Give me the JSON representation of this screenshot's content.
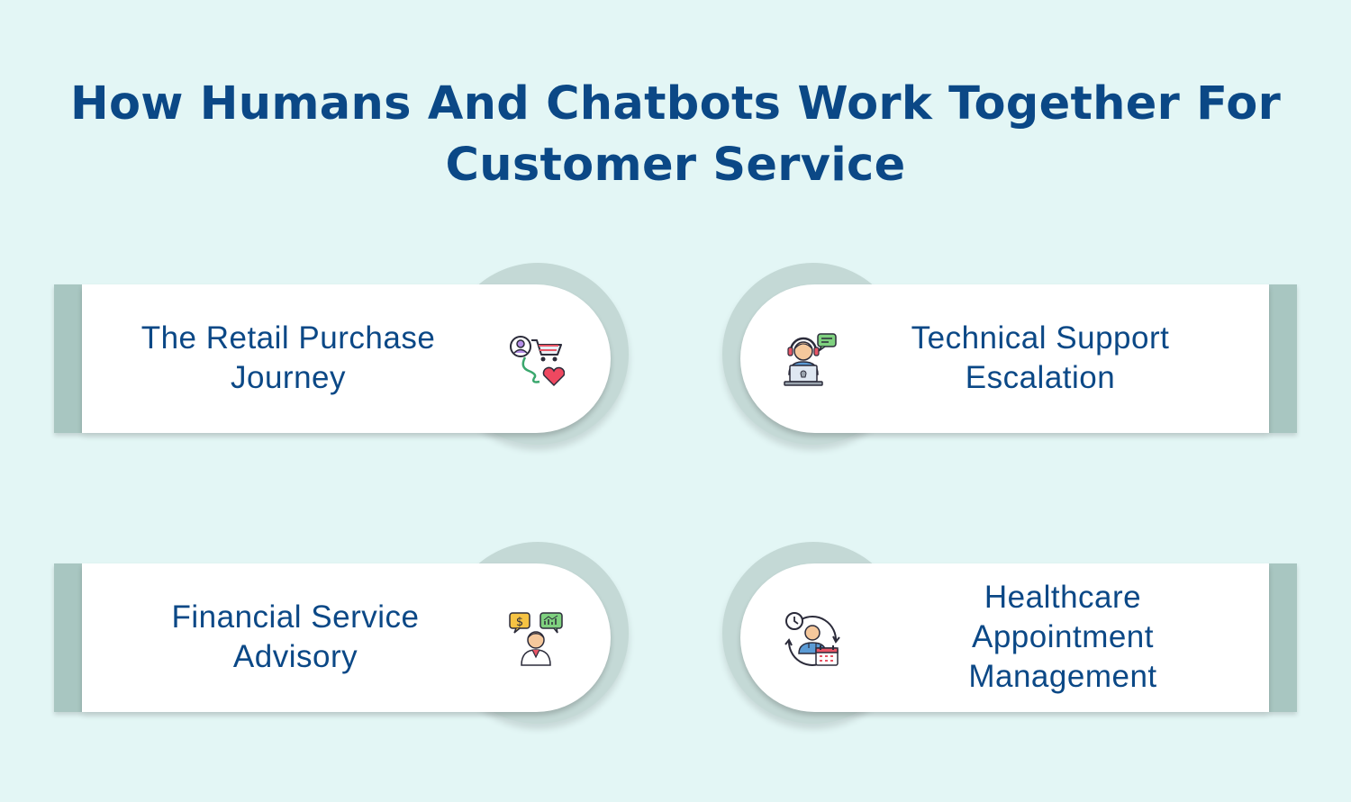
{
  "title": {
    "line1": "How Humans And Chatbots Work Together For",
    "line2": "Customer Service"
  },
  "cards": [
    {
      "lines": [
        "The Retail Purchase",
        "Journey"
      ],
      "icon": "shopping-cart-heart-icon"
    },
    {
      "lines": [
        "Technical Support",
        "Escalation"
      ],
      "icon": "support-agent-headset-icon"
    },
    {
      "lines": [
        "Financial Service",
        "Advisory"
      ],
      "icon": "financial-advisor-icon"
    },
    {
      "lines": [
        "Healthcare",
        "Appointment",
        "Management"
      ],
      "icon": "doctor-calendar-clock-icon"
    }
  ],
  "colors": {
    "background": "#e3f6f5",
    "title": "#0b4886",
    "ring": "#c4d9d6",
    "bar": "#a8c6c1",
    "panel": "#ffffff"
  }
}
